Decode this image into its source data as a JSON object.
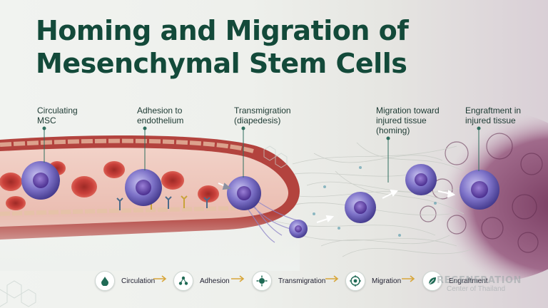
{
  "title": {
    "line1": "Homing and Migration of",
    "line2": "Mesenchymal Stem Cells"
  },
  "stage_labels": [
    {
      "lines": [
        "Circulating",
        "MSC"
      ]
    },
    {
      "lines": [
        "Adhesion to",
        "endothelium"
      ]
    },
    {
      "lines": [
        "Transmigration",
        "(diapedesis)"
      ]
    },
    {
      "lines": [
        "Migration toward",
        "injured tissue",
        "(homing)"
      ]
    },
    {
      "lines": [
        "Engraftment in",
        "injured tissue"
      ]
    }
  ],
  "legend": [
    {
      "label": "Circulation",
      "icon": "drop-icon"
    },
    {
      "label": "Adhesion",
      "icon": "molecule-icon"
    },
    {
      "label": "Transmigration",
      "icon": "crosshair-icon"
    },
    {
      "label": "Migration",
      "icon": "target-icon"
    },
    {
      "label": "Engraftment",
      "icon": "leaf-icon"
    }
  ],
  "watermark": {
    "line1": "REGENERATION",
    "line2": "Center of Thailand"
  },
  "colors": {
    "title": "#134a3a",
    "vessel": "#b3433e",
    "cell": "#6a5fb5",
    "arrow": "#d8a63a",
    "icon": "#1f6a55"
  }
}
